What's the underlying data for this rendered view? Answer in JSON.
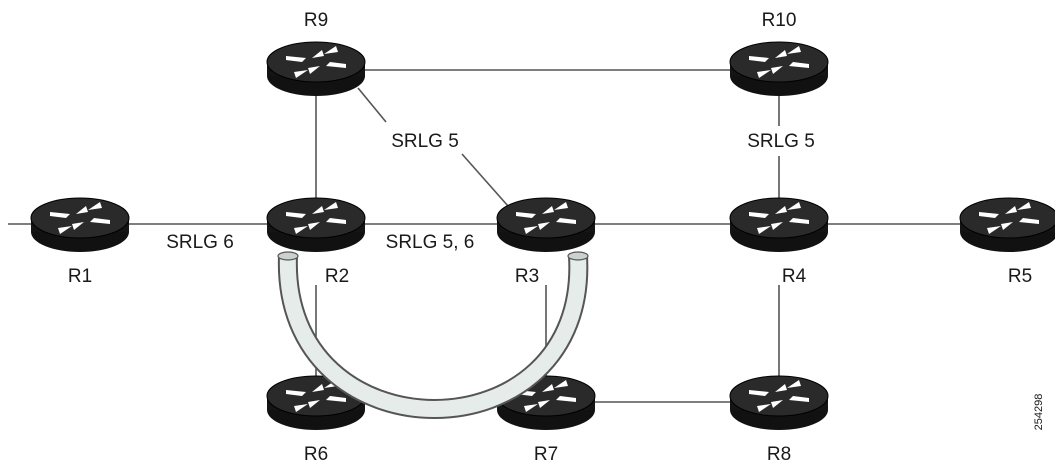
{
  "routers": [
    {
      "id": "R1",
      "label": "R1"
    },
    {
      "id": "R2",
      "label": "R2"
    },
    {
      "id": "R3",
      "label": "R3"
    },
    {
      "id": "R4",
      "label": "R4"
    },
    {
      "id": "R5",
      "label": "R5"
    },
    {
      "id": "R6",
      "label": "R6"
    },
    {
      "id": "R7",
      "label": "R7"
    },
    {
      "id": "R8",
      "label": "R8"
    },
    {
      "id": "R9",
      "label": "R9"
    },
    {
      "id": "R10",
      "label": "R10"
    }
  ],
  "links": [
    {
      "from": "R1",
      "to": "R2",
      "srlg": "SRLG 6"
    },
    {
      "from": "R2",
      "to": "R3",
      "srlg": "SRLG 5, 6"
    },
    {
      "from": "R9",
      "to": "R3",
      "srlg": "SRLG 5"
    },
    {
      "from": "R10",
      "to": "R4",
      "srlg": "SRLG 5"
    },
    {
      "from": "R9",
      "to": "R10",
      "srlg": ""
    },
    {
      "from": "R9",
      "to": "R2",
      "srlg": ""
    },
    {
      "from": "R3",
      "to": "R4",
      "srlg": ""
    },
    {
      "from": "R4",
      "to": "R5",
      "srlg": ""
    },
    {
      "from": "R2",
      "to": "R6",
      "srlg": ""
    },
    {
      "from": "R3",
      "to": "R7",
      "srlg": ""
    },
    {
      "from": "R4",
      "to": "R8",
      "srlg": ""
    },
    {
      "from": "R6",
      "to": "R7",
      "srlg": ""
    },
    {
      "from": "R7",
      "to": "R8",
      "srlg": ""
    }
  ],
  "tunnel": {
    "from": "R2",
    "to": "R3"
  },
  "figure_id": "254298",
  "colors": {
    "router_body": "#161616",
    "router_top": "#2e2e2e",
    "tunnel_fill": "#e6ece9",
    "tunnel_edge": "#555555",
    "link": "#555555"
  }
}
